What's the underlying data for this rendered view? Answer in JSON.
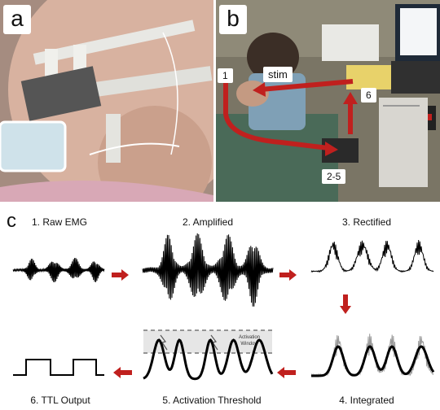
{
  "panels": {
    "a": {
      "letter": "a"
    },
    "b": {
      "letter": "b",
      "callouts": {
        "c1": "1",
        "stim": "stim",
        "c6": "6",
        "c25": "2-5"
      }
    },
    "c": {
      "letter": "c"
    }
  },
  "steps": [
    {
      "label": "1. Raw EMG"
    },
    {
      "label": "2. Amplified"
    },
    {
      "label": "3. Rectified"
    },
    {
      "label": "4. Integrated"
    },
    {
      "label": "5. Activation Threshold"
    },
    {
      "label": "6. TTL Output"
    }
  ],
  "threshold": {
    "window_label_1": "Activation",
    "window_label_2": "Window"
  },
  "colors": {
    "arrow": "#c0201e",
    "trace": "#000000",
    "window": "#e6e6e6"
  }
}
